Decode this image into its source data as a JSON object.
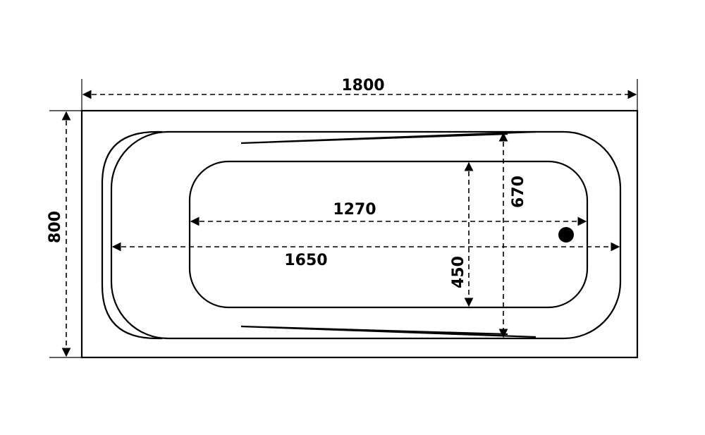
{
  "dimensions": {
    "overall_length": "1800",
    "overall_width": "800",
    "inner_rim_length": "1650",
    "inner_rim_width": "670",
    "bottom_length": "1270",
    "bottom_width": "450"
  },
  "colors": {
    "line": "#000000",
    "background": "#ffffff"
  },
  "features": {
    "drain": "drain-hole"
  }
}
